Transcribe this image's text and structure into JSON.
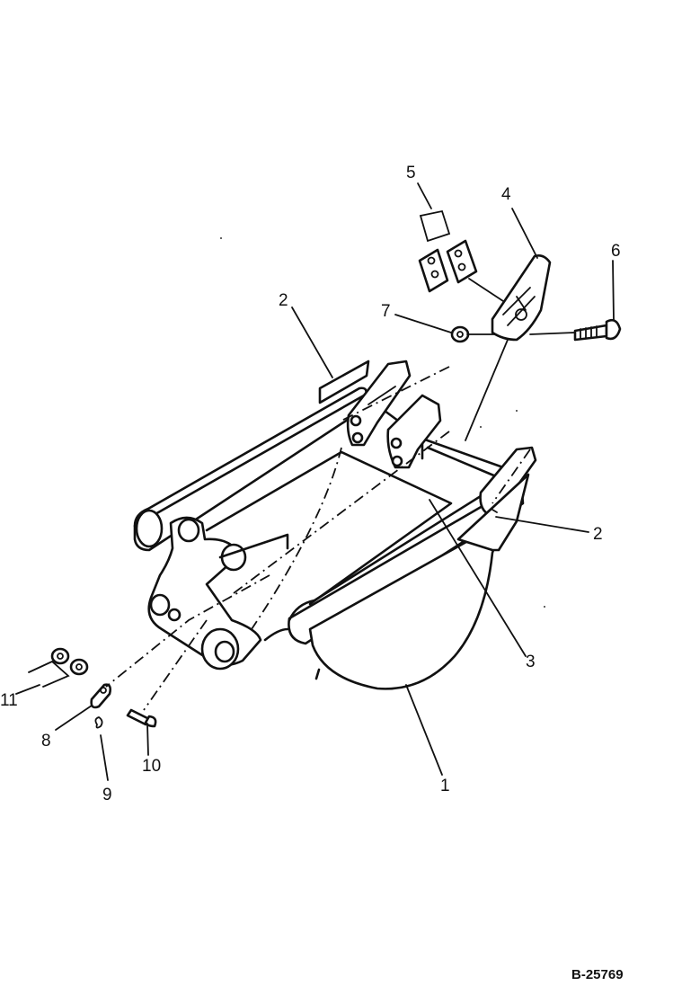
{
  "diagram": {
    "drawing_code": "B-25769",
    "callouts": [
      "1",
      "2",
      "2",
      "3",
      "4",
      "5",
      "6",
      "7",
      "8",
      "9",
      "10",
      "11"
    ]
  }
}
